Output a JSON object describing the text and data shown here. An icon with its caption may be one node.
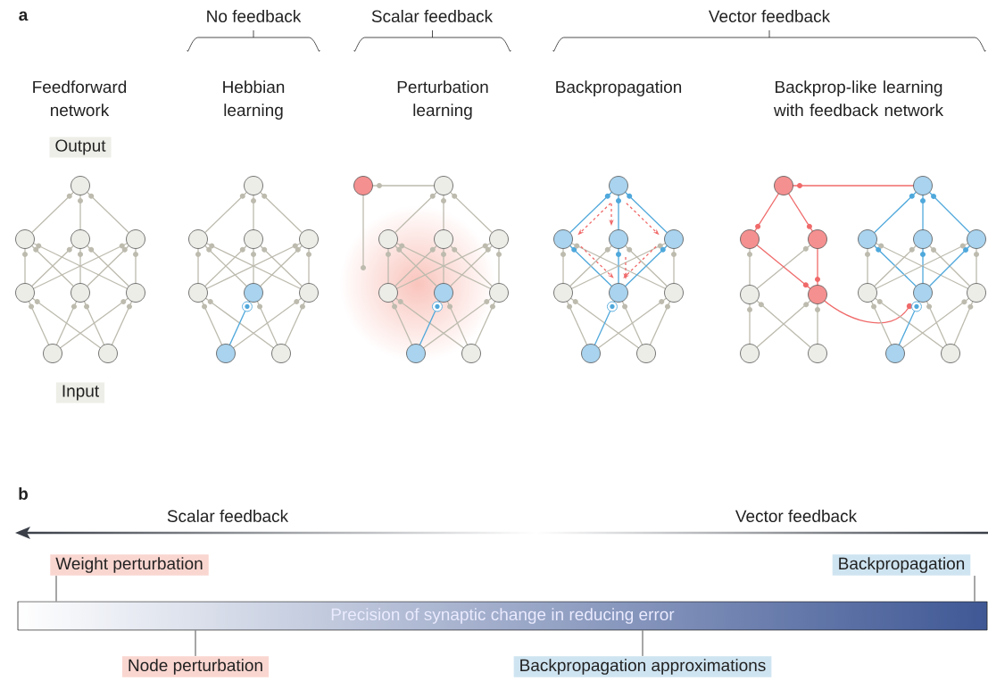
{
  "diagram": {
    "nodes": [
      {
        "text": [
          "Output"
        ]
      },
      {
        "text": [
          "Input"
        ]
      },
      {
        "text": [
          "Weight perturbation"
        ]
      },
      {
        "text": [
          "Backpropagation"
        ]
      },
      {
        "text": [
          "Precision of synaptic change in reducing error"
        ]
      },
      {
        "text": [
          "Node perturbation"
        ]
      },
      {
        "text": [
          "Backpropagation approximations"
        ]
      }
    ],
    "edges": [
      {
        "from": 2,
        "to": 4,
        "arrow": "none"
      },
      {
        "from": 3,
        "to": 4,
        "arrow": "none"
      },
      {
        "from": 5,
        "to": 4,
        "arrow": "none"
      },
      {
        "from": 6,
        "to": 4,
        "arrow": "none"
      }
    ],
    "labels": [
      "a",
      "No feedback",
      "Scalar feedback",
      "Vector feedback",
      "Feedforward network",
      "Hebbian learning",
      "Perturbation learning",
      "Backpropagation",
      "Backprop-like learning with feedback network",
      "b",
      "Scalar feedback",
      "Vector feedback"
    ]
  }
}
